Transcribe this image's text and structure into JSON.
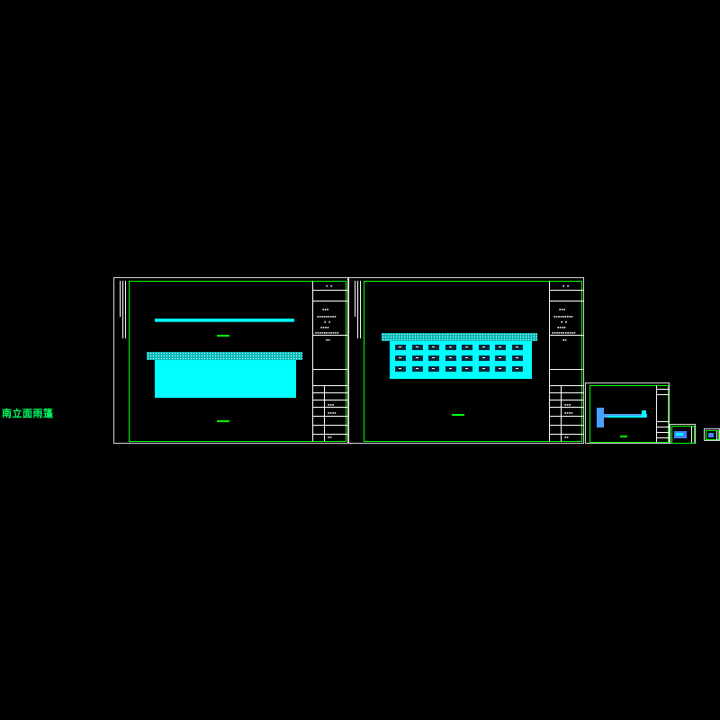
{
  "drawing_label": "南立面雨篷",
  "sheets": [
    {
      "name": "sheet-1-south-elevation"
    },
    {
      "name": "sheet-2-canopy-panels"
    },
    {
      "name": "sheet-3-detail"
    },
    {
      "name": "sheet-4-small"
    },
    {
      "name": "sheet-5-small"
    }
  ],
  "colors": {
    "background": "#000000",
    "sheet_border": "#d8d8d8",
    "frame": "#00ff00",
    "fill": "#00ffff",
    "label": "#00ff66"
  }
}
